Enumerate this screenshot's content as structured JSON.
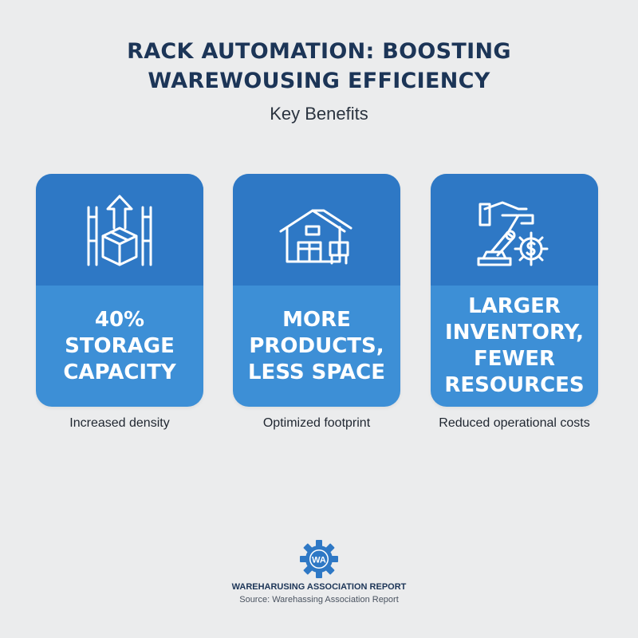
{
  "header": {
    "title_line1": "RACK AUTOMATION: BOOSTING",
    "title_line2": "WAREWOUSING EFFICIENCY",
    "subtitle": "Key Benefits"
  },
  "colors": {
    "background": "#ebeced",
    "card_top": "#2e78c5",
    "card_bottom": "#3d8fd6",
    "title": "#1c3557"
  },
  "cards": [
    {
      "icon": "rack-box-upload-icon",
      "lines": [
        "40%",
        "STORAGE",
        "CAPACITY"
      ],
      "caption": "Increased density"
    },
    {
      "icon": "warehouse-icon",
      "lines": [
        "MORE",
        "PRODUCTS,",
        "LESS SPACE"
      ],
      "caption": "Optimized footprint"
    },
    {
      "icon": "robot-arm-cost-gear-icon",
      "lines": [
        "LARGER",
        "INVENTORY,",
        "FEWER",
        "RESOURCES"
      ],
      "caption": "Reduced operational costs"
    }
  ],
  "footer": {
    "logo_icon": "gear-logo-icon",
    "logo_text": "WA",
    "name": "WAREHARUSING ASSOCIATION REPORT",
    "source": "Source: Warehassing Association Report"
  }
}
